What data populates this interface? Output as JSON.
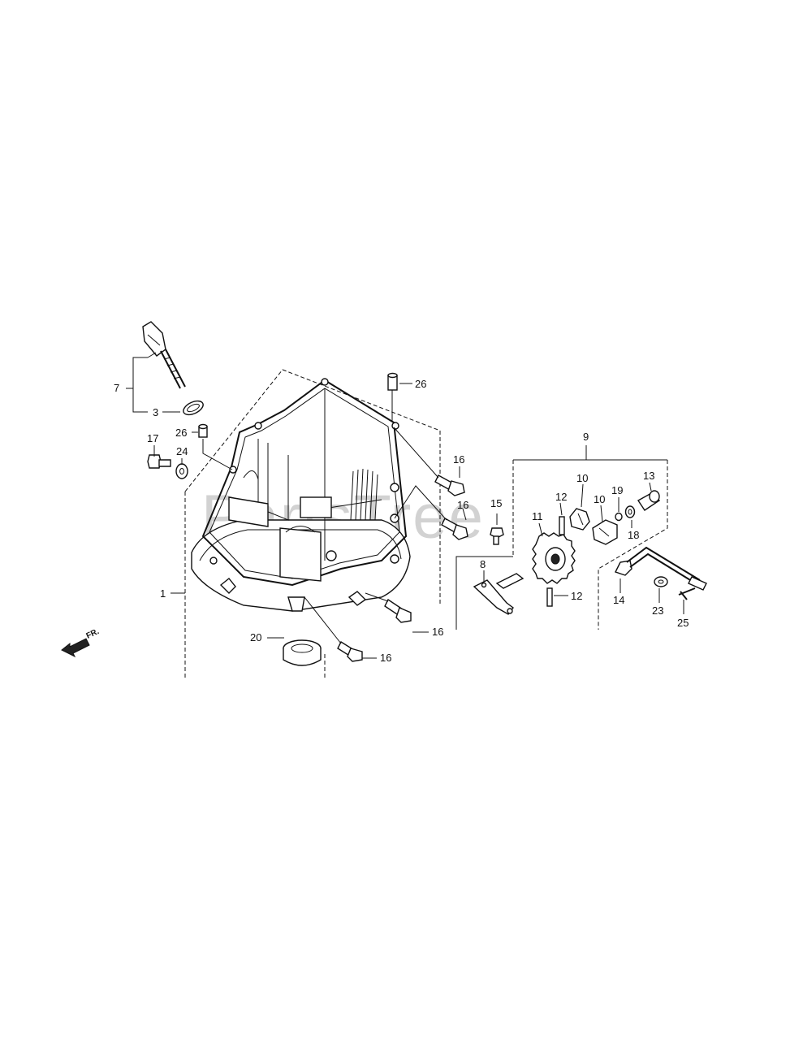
{
  "watermark": "PartsTree",
  "front_arrow_label": "FR.",
  "callouts": {
    "c1": "1",
    "c3": "3",
    "c7": "7",
    "c8": "8",
    "c9": "9",
    "c10a": "10",
    "c10b": "10",
    "c11": "11",
    "c12a": "12",
    "c12b": "12",
    "c13": "13",
    "c14": "14",
    "c15": "15",
    "c16a": "16",
    "c16b": "16",
    "c16c": "16",
    "c16d": "16",
    "c17": "17",
    "c18": "18",
    "c19": "19",
    "c20": "20",
    "c23": "23",
    "c24": "24",
    "c25": "25",
    "c26a": "26",
    "c26b": "26"
  }
}
